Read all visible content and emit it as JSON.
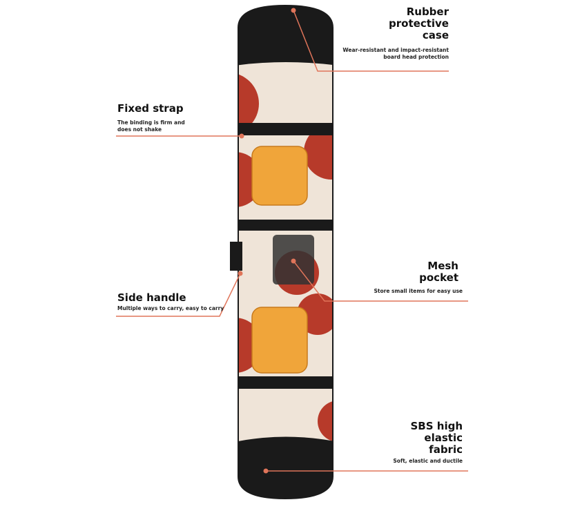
{
  "colors": {
    "accent": "#e0755a",
    "board_base": "#efe4d8",
    "circle": "#b73a2a",
    "rubber": "#1a1a1a",
    "binding": "#f0a53a"
  },
  "callouts": [
    {
      "title": "Rubber protective case",
      "title_lines": [
        "Rubber",
        "protective",
        "case"
      ],
      "desc_lines": [
        "Wear-resistant and impact-resistant",
        "board head protection"
      ]
    },
    {
      "title": "Fixed strap",
      "desc_lines": [
        "The binding is firm and",
        "does not shake"
      ]
    },
    {
      "title": "Side handle",
      "desc_lines": [
        "Multiple ways to carry, easy to carry"
      ]
    },
    {
      "title": "Mesh pocket",
      "title_lines": [
        "Mesh",
        "pocket"
      ],
      "desc_lines": [
        "Store small items for easy use"
      ]
    },
    {
      "title": "SBS high elastic fabric",
      "title_lines": [
        "SBS high",
        "elastic",
        "fabric"
      ],
      "desc_lines": [
        "Soft, elastic and ductile"
      ]
    }
  ]
}
